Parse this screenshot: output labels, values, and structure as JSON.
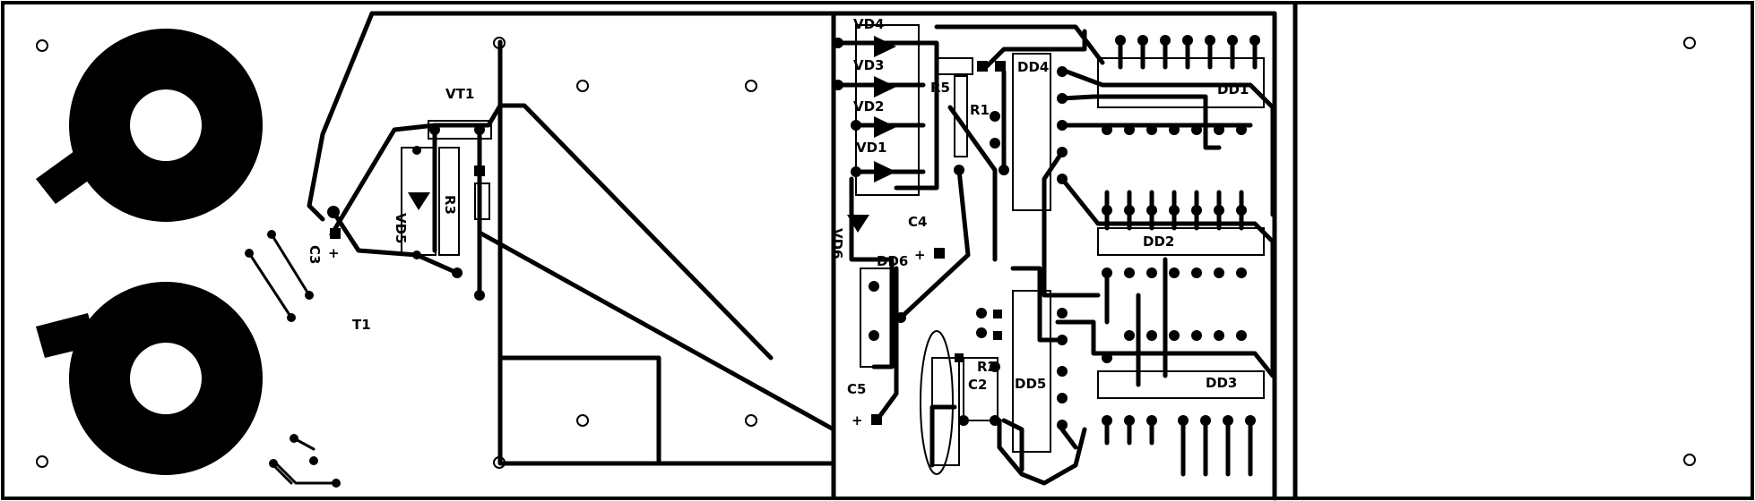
{
  "labels": {
    "vt1": "VT1",
    "vd4": "VD4",
    "vd3": "VD3",
    "vd2": "VD2",
    "vd1": "VD1",
    "vd5": "VD5",
    "vd6": "VD6",
    "r1": "R1",
    "r2": "R2",
    "r3": "R3",
    "r5": "R5",
    "c2": "C2",
    "c3": "C3",
    "c4": "C4",
    "c5": "C5",
    "dd1": "DD1",
    "dd2": "DD2",
    "dd3": "DD3",
    "dd4": "DD4",
    "dd5": "DD5",
    "dd6": "DD6",
    "t1": "T1",
    "plus_c3": "+",
    "plus_c4": "+",
    "plus_c5": "+"
  },
  "colors": {
    "ink": "#000000",
    "paper": "#ffffff"
  }
}
